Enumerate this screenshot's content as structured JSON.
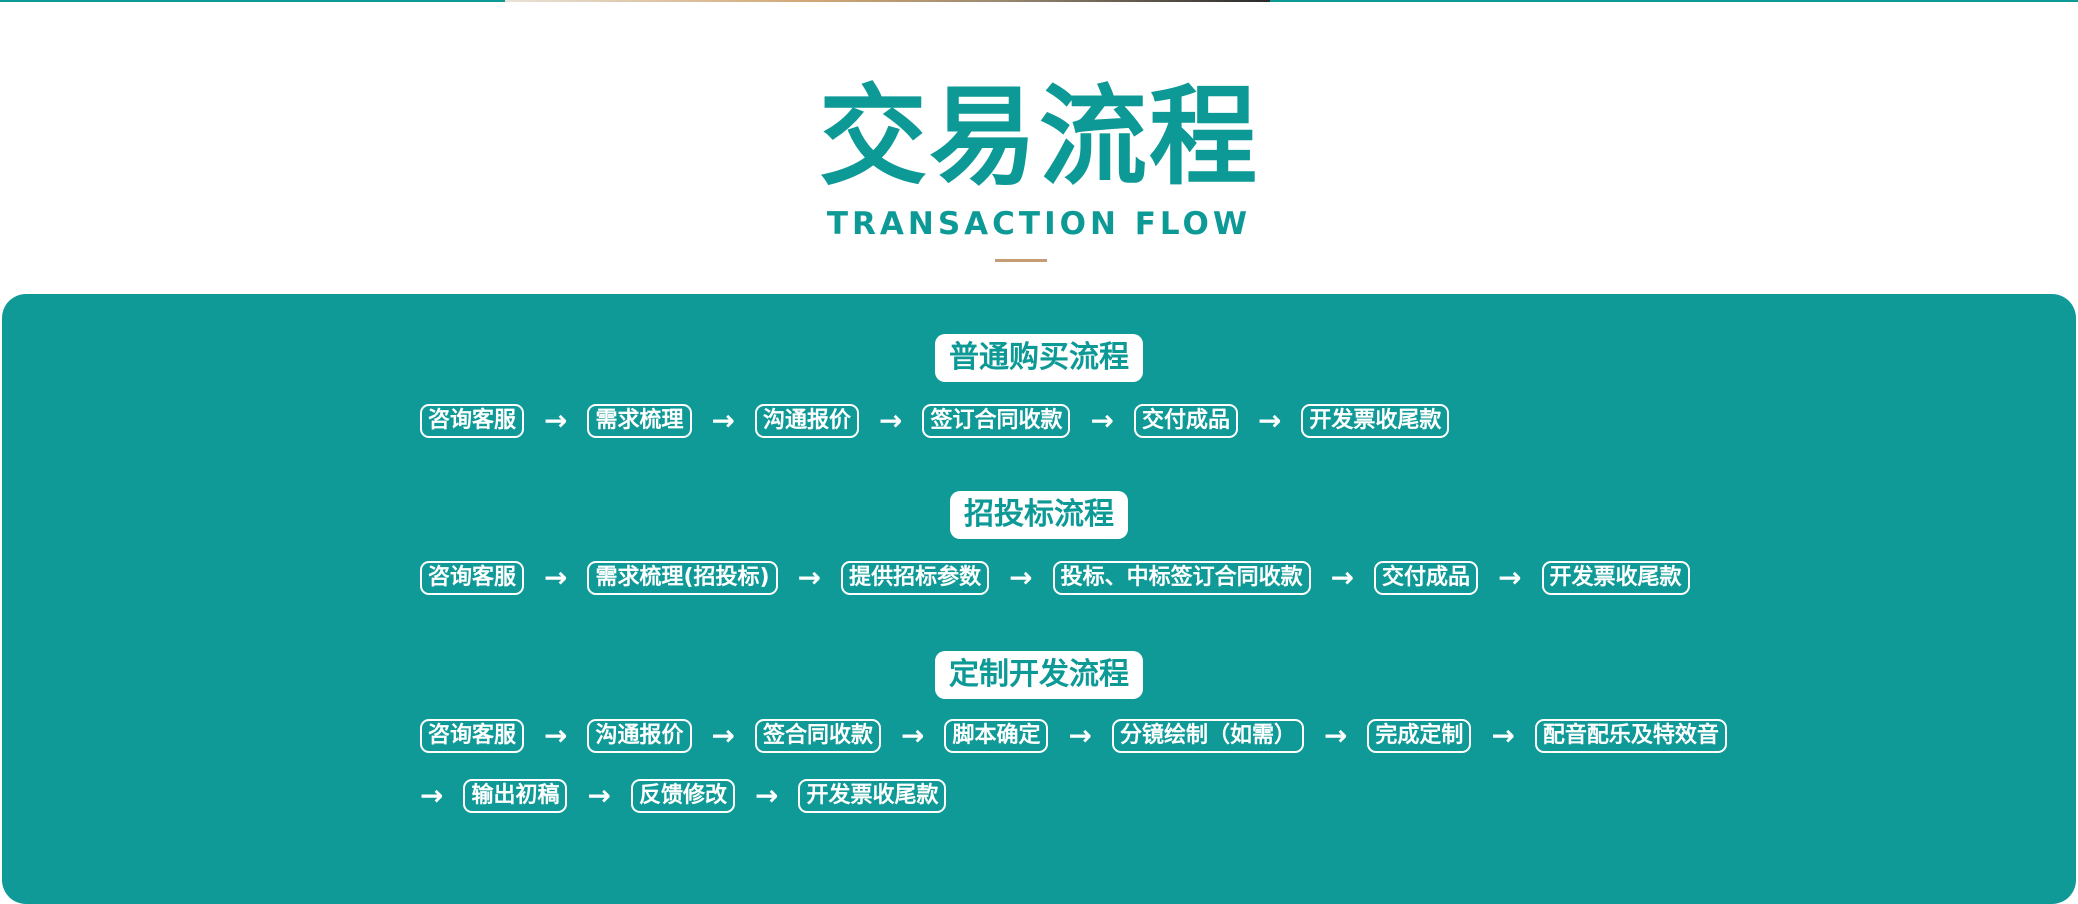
{
  "header": {
    "title": "交易流程",
    "subtitle": "TRANSACTION FLOW"
  },
  "colors": {
    "accent": "#0d9a96",
    "panel": "#0f9a98",
    "divider": "#c59c74"
  },
  "arrow": "→",
  "sections": [
    {
      "title": "普通购买流程",
      "rows": [
        [
          "咨询客服",
          "需求梳理",
          "沟通报价",
          "签订合同收款",
          "交付成品",
          "开发票收尾款"
        ]
      ]
    },
    {
      "title": "招投标流程",
      "rows": [
        [
          "咨询客服",
          "需求梳理(招投标)",
          "提供招标参数",
          "投标、中标签订合同收款",
          "交付成品",
          "开发票收尾款"
        ]
      ]
    },
    {
      "title": "定制开发流程",
      "rows": [
        [
          "咨询客服",
          "沟通报价",
          "签合同收款",
          "脚本确定",
          "分镜绘制（如需）",
          "完成定制",
          "配音配乐及特效音"
        ],
        [
          "输出初稿",
          "反馈修改",
          "开发票收尾款"
        ]
      ]
    }
  ]
}
